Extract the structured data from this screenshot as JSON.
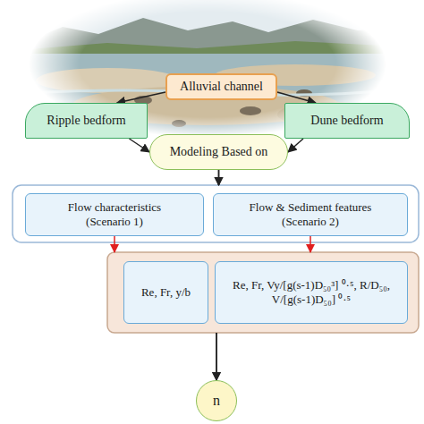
{
  "diagram": {
    "nodes": [
      {
        "text": [
          "Alluvial channel"
        ]
      },
      {
        "text": [
          "Ripple bedform"
        ]
      },
      {
        "text": [
          "Dune bedform"
        ]
      },
      {
        "text": [
          "Modeling Based on"
        ]
      },
      {
        "text": [
          "Flow characteristics (Scenario 1)"
        ]
      },
      {
        "text": [
          "Flow & Sediment features (Scenario 2)"
        ]
      },
      {
        "text": [
          "Re, Fr, y/b"
        ]
      },
      {
        "text": [
          "Re, Fr, Vy/[g(s-1)D₅₀³] ⁰·⁵, R/D₅₀, V/[g(s-1)D₅₀] ⁰·⁵"
        ]
      },
      {
        "text": [
          "n"
        ]
      }
    ],
    "edges": [
      {
        "from": 0,
        "to": 1,
        "arrow": "to"
      },
      {
        "from": 0,
        "to": 2,
        "arrow": "to"
      },
      {
        "from": 1,
        "to": 3,
        "arrow": "to"
      },
      {
        "from": 2,
        "to": 3,
        "arrow": "to"
      },
      {
        "from": 3,
        "to": 4,
        "arrow": "to"
      },
      {
        "from": 3,
        "to": 5,
        "arrow": "to"
      },
      {
        "from": 4,
        "to": 6,
        "arrow": "to"
      },
      {
        "from": 5,
        "to": 7,
        "arrow": "to"
      },
      {
        "from": 6,
        "to": 8,
        "arrow": "to"
      },
      {
        "from": 7,
        "to": 8,
        "arrow": "to"
      }
    ]
  }
}
